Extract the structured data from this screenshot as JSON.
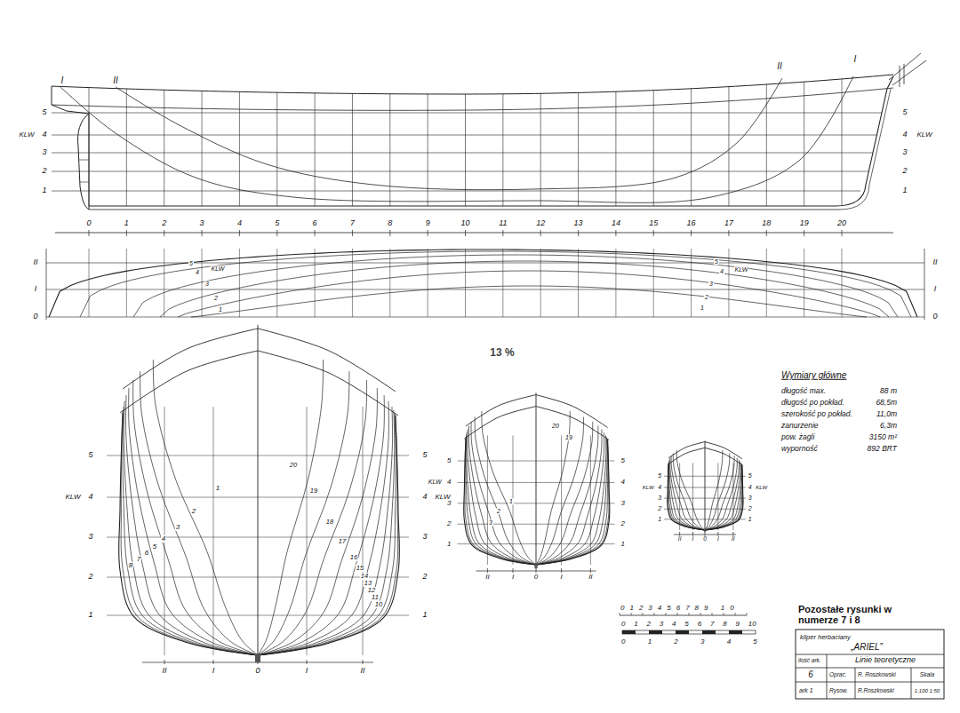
{
  "diagram": {
    "labels": [
      "I",
      "II",
      "II",
      "I",
      "5",
      "KLW",
      "4",
      "3",
      "2",
      "1",
      "5",
      "4",
      "KLW",
      "3",
      "2",
      "1",
      "0",
      "1",
      "2",
      "3",
      "4",
      "5",
      "6",
      "7",
      "8",
      "9",
      "10",
      "11",
      "12",
      "13",
      "14",
      "15",
      "16",
      "17",
      "18",
      "19",
      "20",
      "II",
      "I",
      "0",
      "II",
      "I",
      "0",
      "5",
      "4",
      "KLW",
      "3",
      "2",
      "1",
      "5",
      "4",
      "KLW",
      "3",
      "2",
      "1",
      "13 %",
      "5",
      "KLW",
      "4",
      "3",
      "2",
      "1",
      "5",
      "4",
      "KLW",
      "3",
      "2",
      "1",
      "1",
      "2",
      "3",
      "4",
      "5",
      "6",
      "7",
      "8",
      "20",
      "19",
      "18",
      "17",
      "16",
      "15",
      "14",
      "13",
      "12",
      "11",
      "10",
      "II",
      "I",
      "0",
      "I",
      "II",
      "5",
      "KLW",
      "4",
      "3",
      "2",
      "1",
      "5",
      "4",
      "3",
      "2",
      "1",
      "II",
      "I",
      "0",
      "I",
      "II",
      "1",
      "2",
      "3",
      "20",
      "19",
      "5",
      "KLW",
      "4",
      "3",
      "2",
      "1",
      "5",
      "4",
      "KLW",
      "3",
      "2",
      "1",
      "II",
      "I",
      "0",
      "I",
      "II",
      "Wymiary główne",
      "długość max.",
      "88 m",
      "długość po pokład.",
      "68,5m",
      "szerokość po pokład.",
      "11,0m",
      "zanurzenie",
      "6,3m",
      "pow. żagli",
      "3150 m²",
      "wyporność",
      "892 BRT",
      "0123456789 10",
      "0 1 2 3 4 5 6 7 8 9 10",
      "0 1 2 3 4 5",
      "Pozostałe rysunki w numerze 7 i 8",
      "kliper herbaciany",
      "„ARIEL”",
      "ilość ark.",
      "Linie teoretyczne",
      "6",
      "Oprac.",
      "R. Roszkowski",
      "Skala",
      "ark 1",
      "Rysow.",
      "R.Roszkowski",
      "1:100 1:50"
    ]
  }
}
